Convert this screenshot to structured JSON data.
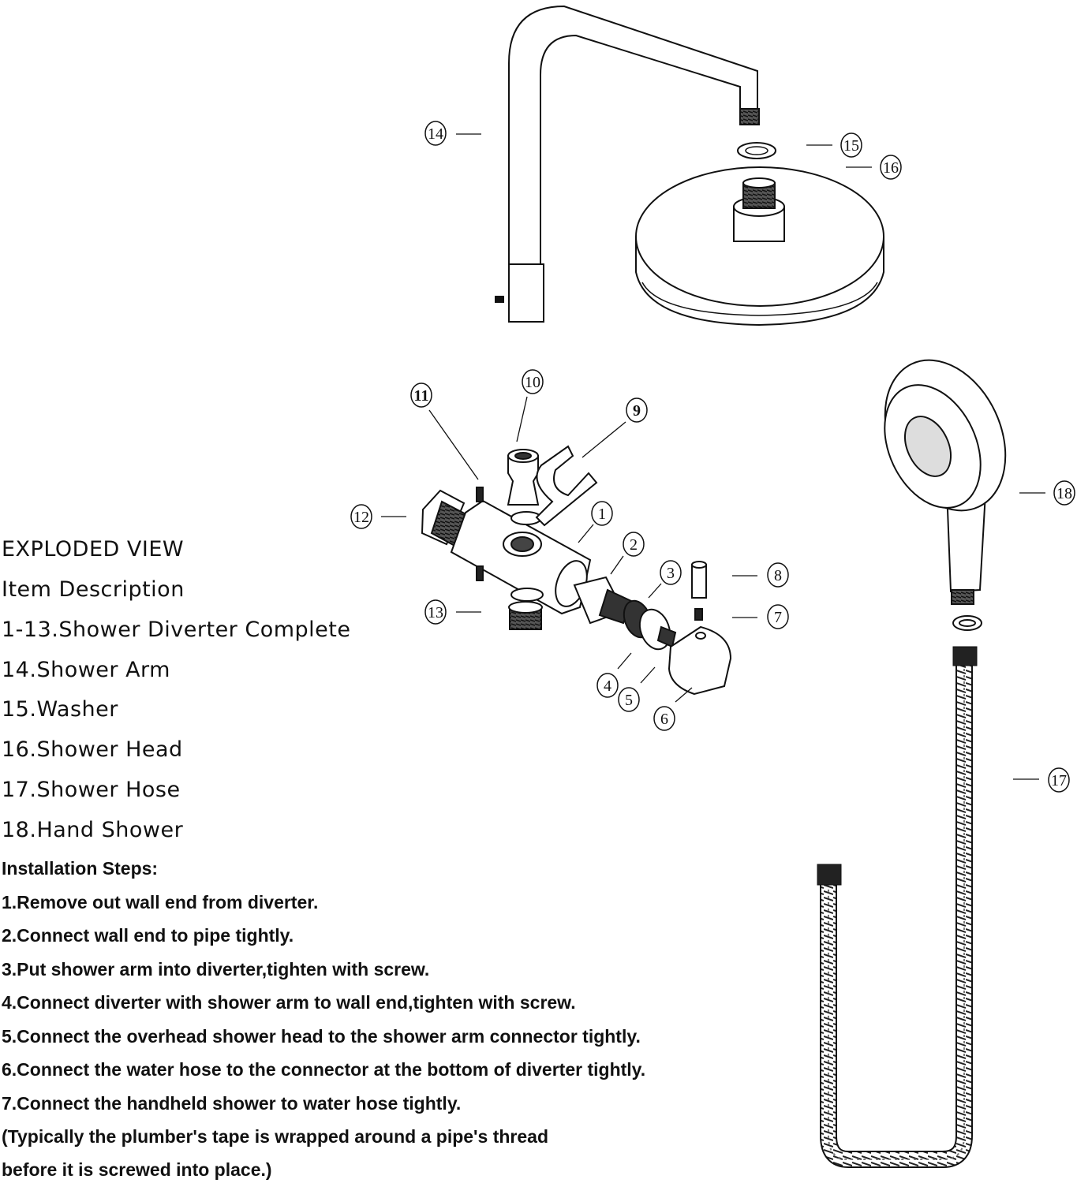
{
  "title": "EXPLODED VIEW",
  "item_heading": "Item Description",
  "items": [
    "1-13.Shower Diverter Complete",
    "14.Shower Arm",
    "15.Washer",
    "16.Shower Head",
    "17.Shower Hose",
    "18.Hand Shower"
  ],
  "steps_heading": "Installation Steps:",
  "steps": [
    "1.Remove out wall end from diverter.",
    "2.Connect wall end to pipe tightly.",
    "3.Put shower arm into diverter,tighten with screw.",
    "4.Connect diverter with shower arm to wall end,tighten with screw.",
    "5.Connect the overhead shower head to the shower arm connector tightly.",
    "6.Connect the water hose to the connector at the bottom of diverter tightly.",
    "7.Connect the handheld shower to water hose tightly."
  ],
  "note_lines": [
    "(Typically the plumber's tape is wrapped around a pipe's thread",
    "before it is screwed into place.)"
  ],
  "callouts": [
    "1",
    "2",
    "3",
    "4",
    "5",
    "6",
    "7",
    "8",
    "9",
    "10",
    "11",
    "12",
    "13",
    "14",
    "15",
    "16",
    "17",
    "18"
  ]
}
